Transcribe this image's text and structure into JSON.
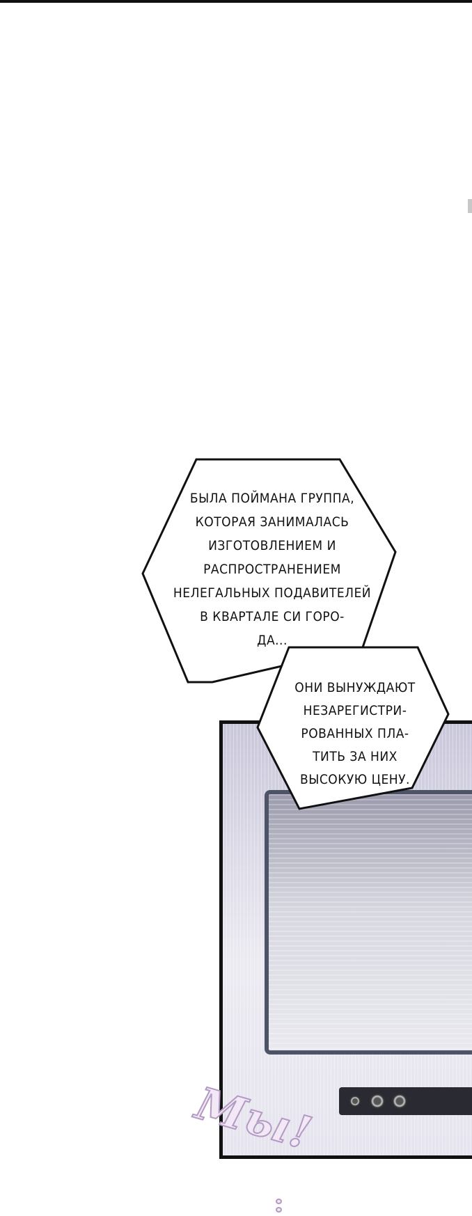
{
  "bubble_1": {
    "lines": [
      "БЫЛА ПОЙМАНА ГРУППА,",
      "КОТОРАЯ ЗАНИМАЛАСЬ",
      "ИЗГОТОВЛЕНИЕМ И",
      "РАСПРОСТРАНЕНИЕМ",
      "НЕЛЕГАЛЬНЫХ ПОДАВИТЕЛЕЙ",
      "В КВАРТАЛЕ СИ ГОРО-",
      "ДА..."
    ]
  },
  "bubble_2": {
    "lines": [
      "ОНИ ВЫНУЖДАЮТ",
      "НЕЗАРЕГИСТРИ-",
      "РОВАННЫХ ПЛА-",
      "ТИТЬ ЗА НИХ",
      "ВЫСОКУЮ ЦЕНУ."
    ]
  },
  "sound_effect": "Мы!",
  "colors": {
    "panel_bg": "#d9d7e4",
    "monitor_frame": "#4e5467",
    "sfx_fill": "#f2e8f6",
    "sfx_outline": "#b29ac2"
  }
}
